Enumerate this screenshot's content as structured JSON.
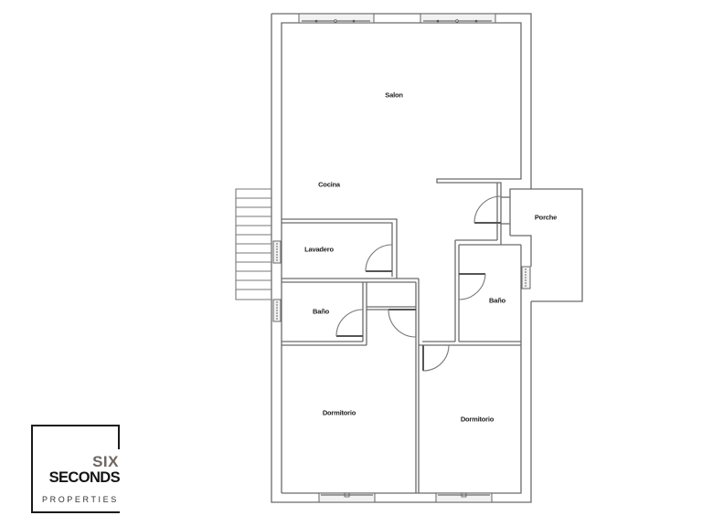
{
  "floor_plan": {
    "rooms": [
      {
        "id": "salon",
        "label": "Salon"
      },
      {
        "id": "cocina",
        "label": "Cocina"
      },
      {
        "id": "lavadero",
        "label": "Lavadero"
      },
      {
        "id": "porche",
        "label": "Porche"
      },
      {
        "id": "bano_left",
        "label": "Baño"
      },
      {
        "id": "bano_right",
        "label": "Baño"
      },
      {
        "id": "dormitorio_left",
        "label": "Dormitorio"
      },
      {
        "id": "dormitorio_right",
        "label": "Dormitorio"
      }
    ],
    "colors": {
      "wall": "#6b6b6b",
      "background": "#ffffff",
      "label": "#222222"
    }
  },
  "logo": {
    "line1": "SIX",
    "line2": "SECONDS",
    "line3": "PROPERTIES",
    "colors": {
      "six": "#6e6560",
      "seconds": "#141414",
      "properties": "#333333",
      "frame": "#1a1a1a"
    }
  }
}
